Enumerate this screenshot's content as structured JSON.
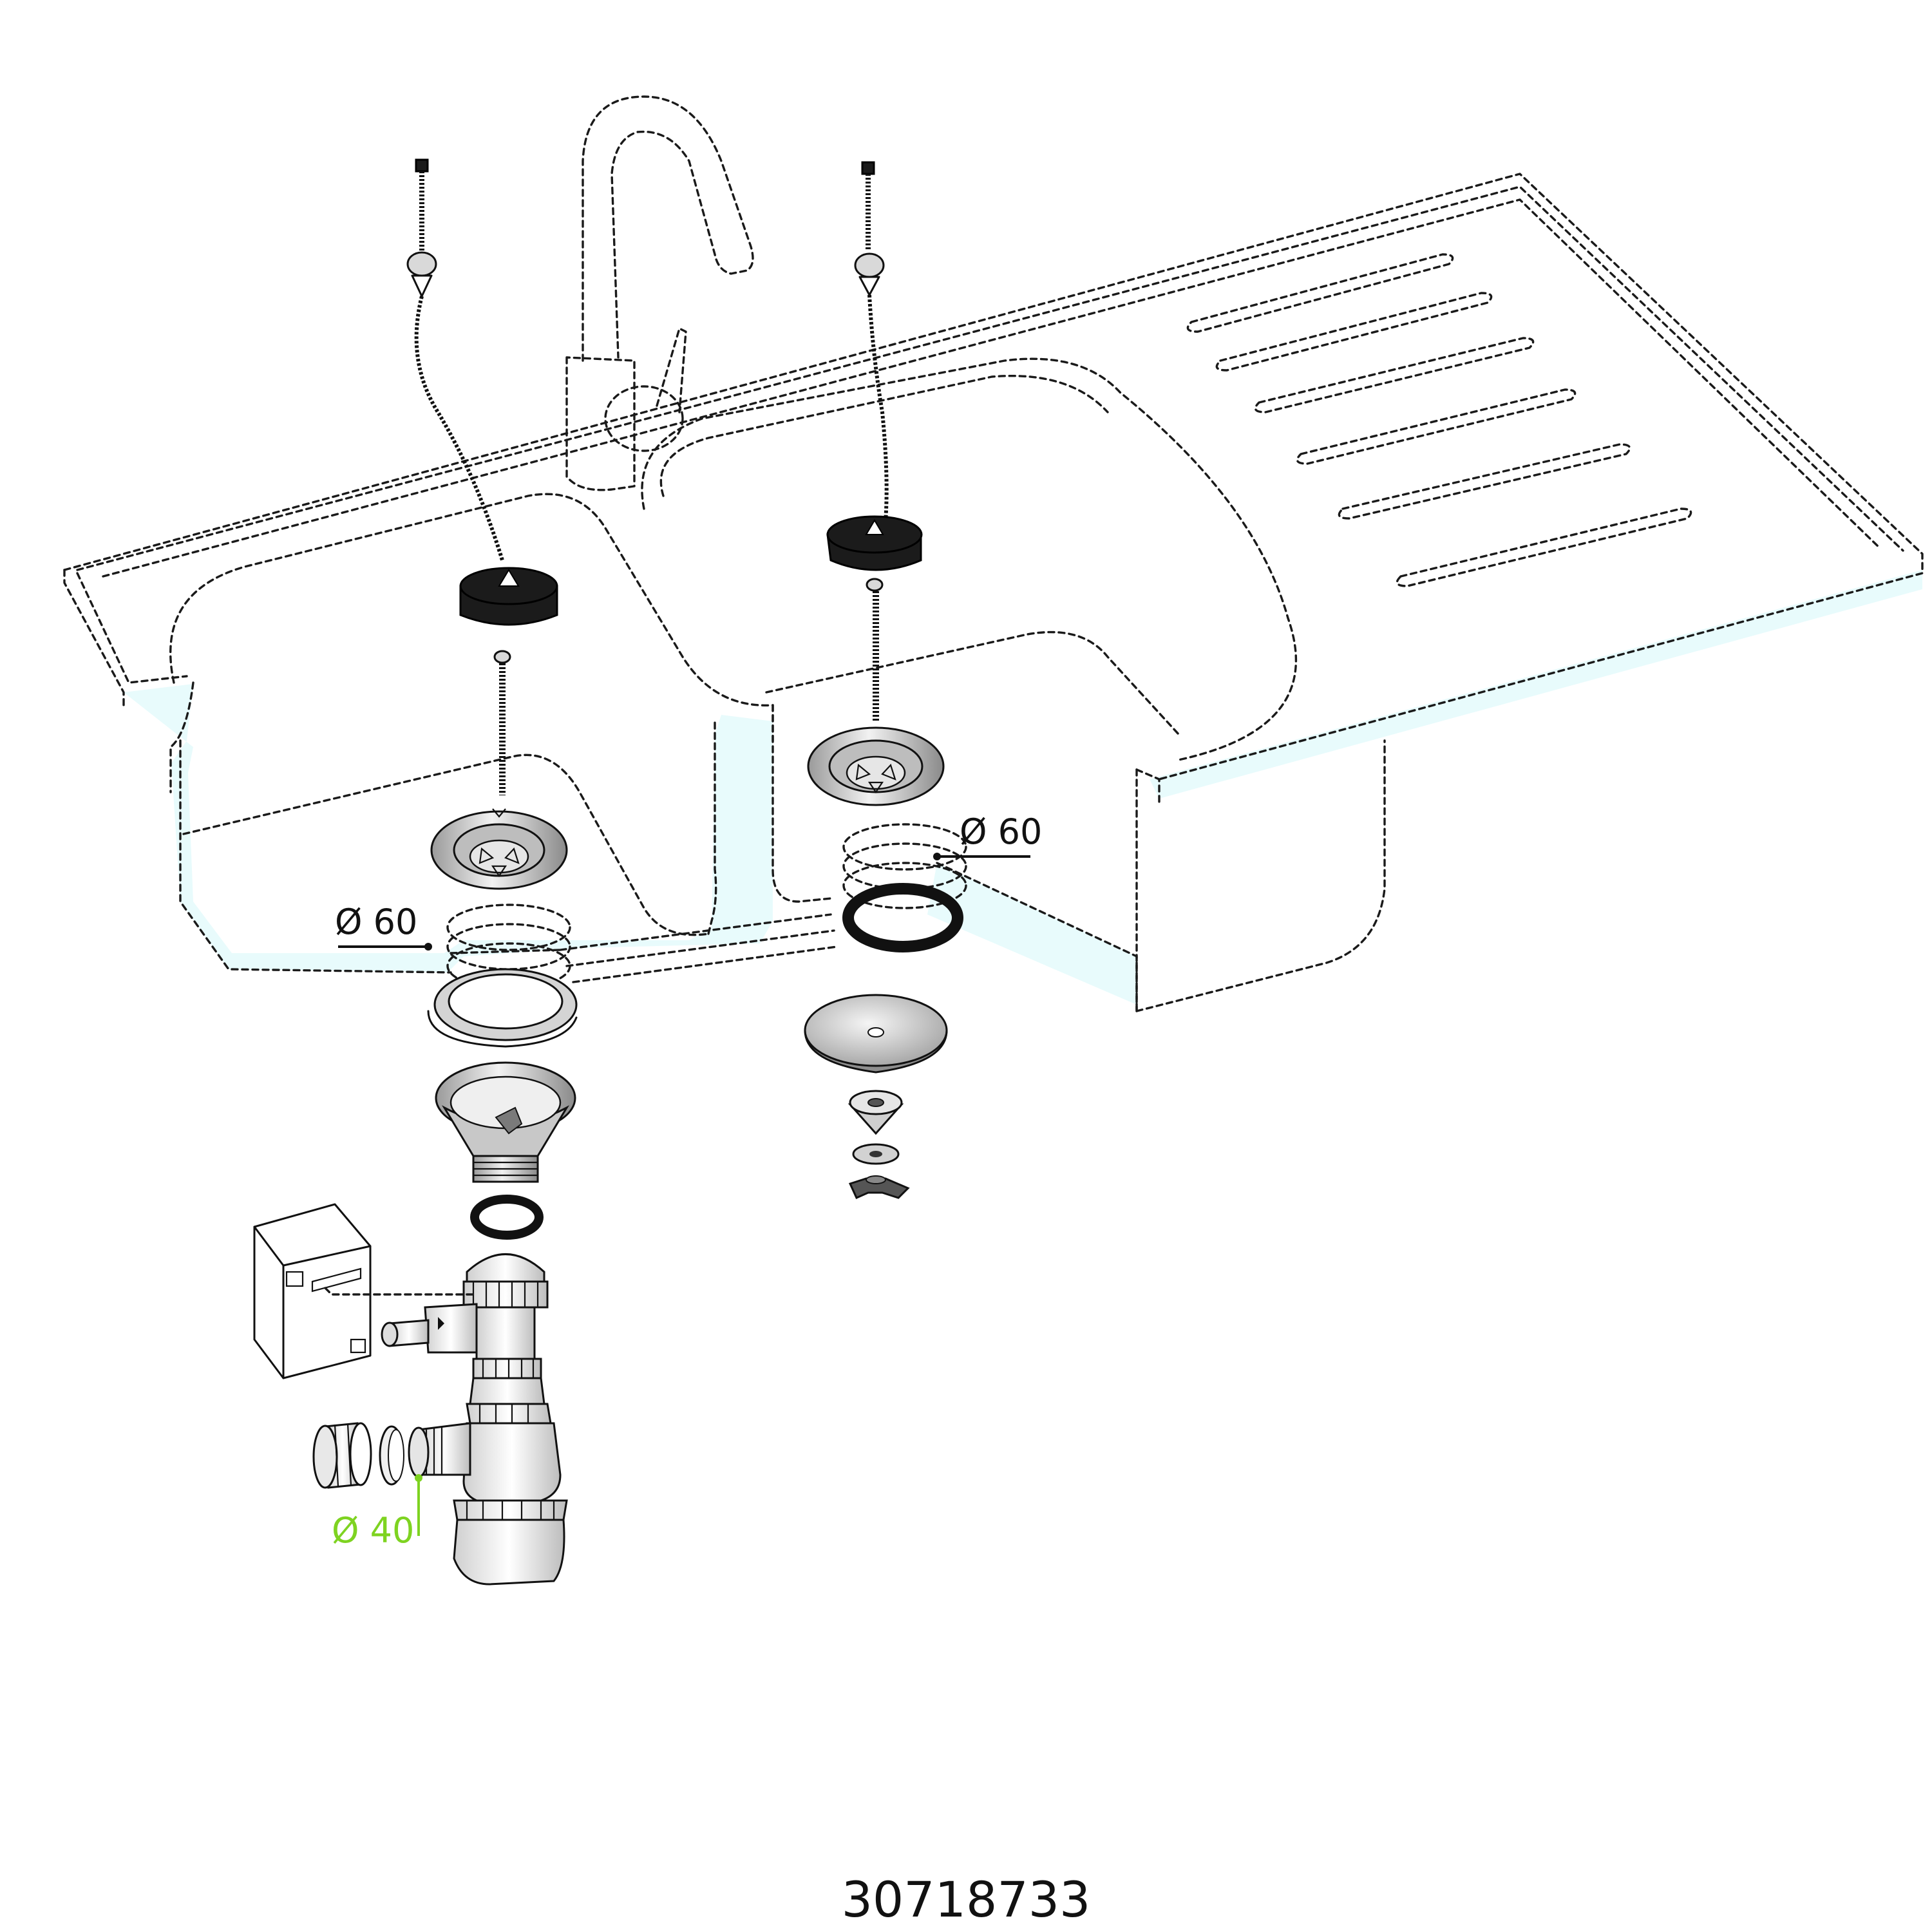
{
  "labels": {
    "left_drain_diameter": "Ø 60",
    "right_drain_diameter": "Ø 60",
    "outlet_diameter": "Ø 40"
  },
  "reference_number": "30718733",
  "colors": {
    "line": "#111111",
    "water_tint": "#e8fbfc",
    "outlet_callout": "#7ed321",
    "rubber": "#1b1b1b",
    "steel": "#d9d9d9"
  }
}
